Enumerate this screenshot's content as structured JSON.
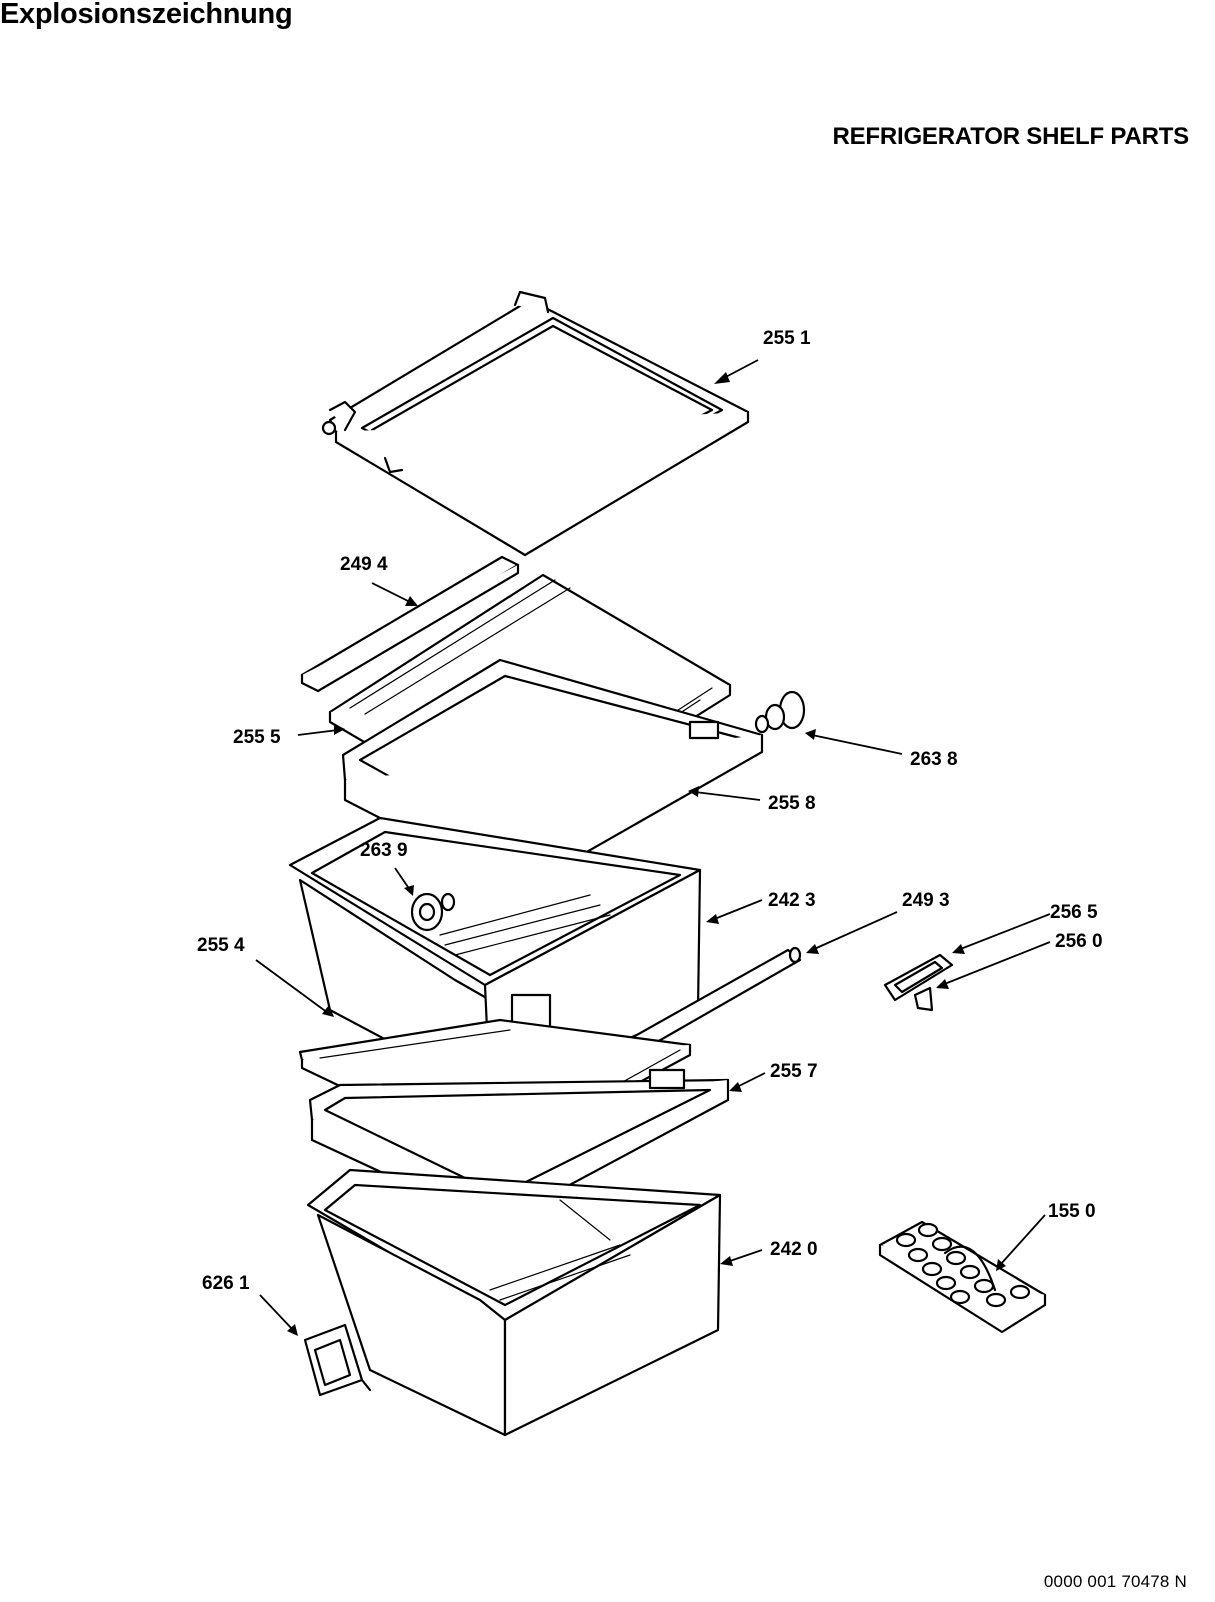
{
  "header": {
    "heading": "Explosionszeichnung",
    "title": "REFRIGERATOR SHELF PARTS"
  },
  "footer": {
    "document_number": "0000 001 70478 N"
  },
  "parts": [
    {
      "id": "2551",
      "label": "255 1"
    },
    {
      "id": "2494",
      "label": "249 4"
    },
    {
      "id": "2555",
      "label": "255 5"
    },
    {
      "id": "2638",
      "label": "263 8"
    },
    {
      "id": "2558",
      "label": "255 8"
    },
    {
      "id": "2639",
      "label": "263 9"
    },
    {
      "id": "2423",
      "label": "242 3"
    },
    {
      "id": "2493",
      "label": "249 3"
    },
    {
      "id": "2565",
      "label": "256 5"
    },
    {
      "id": "2560",
      "label": "256 0"
    },
    {
      "id": "2554",
      "label": "255 4"
    },
    {
      "id": "2557",
      "label": "255 7"
    },
    {
      "id": "1550",
      "label": "155 0"
    },
    {
      "id": "2420",
      "label": "242 0"
    },
    {
      "id": "6261",
      "label": "626 1"
    }
  ]
}
